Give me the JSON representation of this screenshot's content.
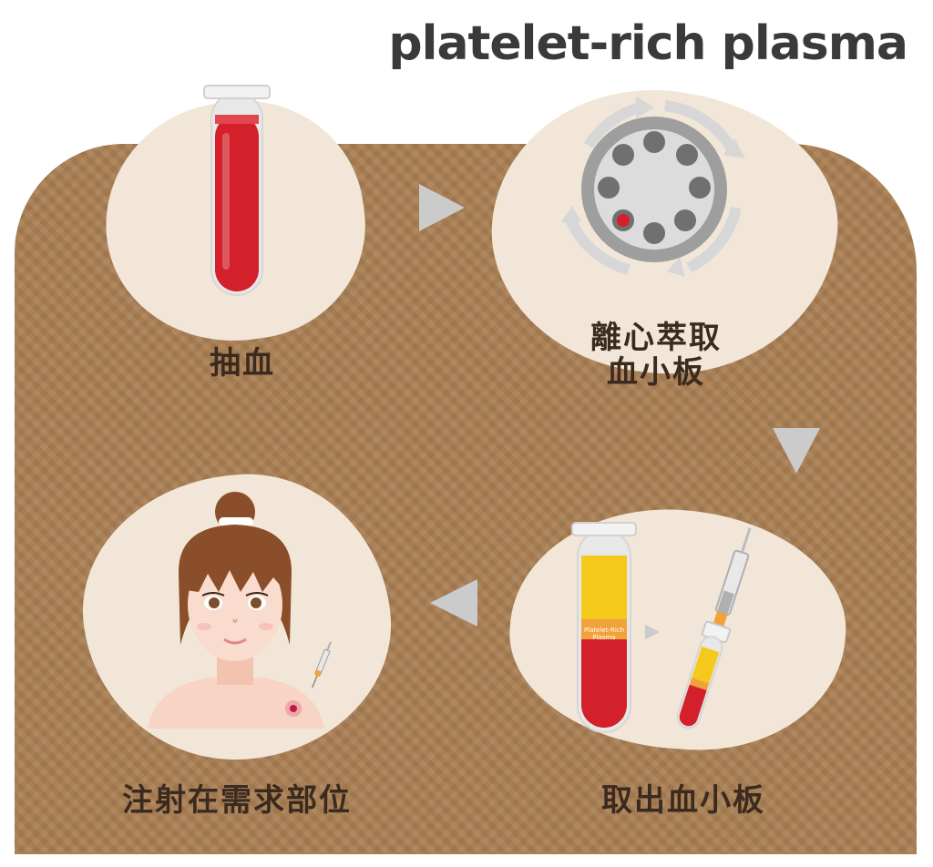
{
  "title": "platelet-rich plasma",
  "steps": [
    {
      "label": "抽血"
    },
    {
      "label_line1": "離心萃取",
      "label_line2": "血小板"
    },
    {
      "label": "取出血小板",
      "tube_text_line1": "Platelet-Rich",
      "tube_text_line2": "Plasma"
    },
    {
      "label": "注射在需求部位"
    }
  ],
  "colors": {
    "background": "#a97e52",
    "blob": "#f1e6d7",
    "blood": "#d3202b",
    "plasma": "#f5c81c",
    "arrow": "#cbcbcb",
    "label_text": "#3b2a1e",
    "title_text": "#3a3a3a"
  }
}
